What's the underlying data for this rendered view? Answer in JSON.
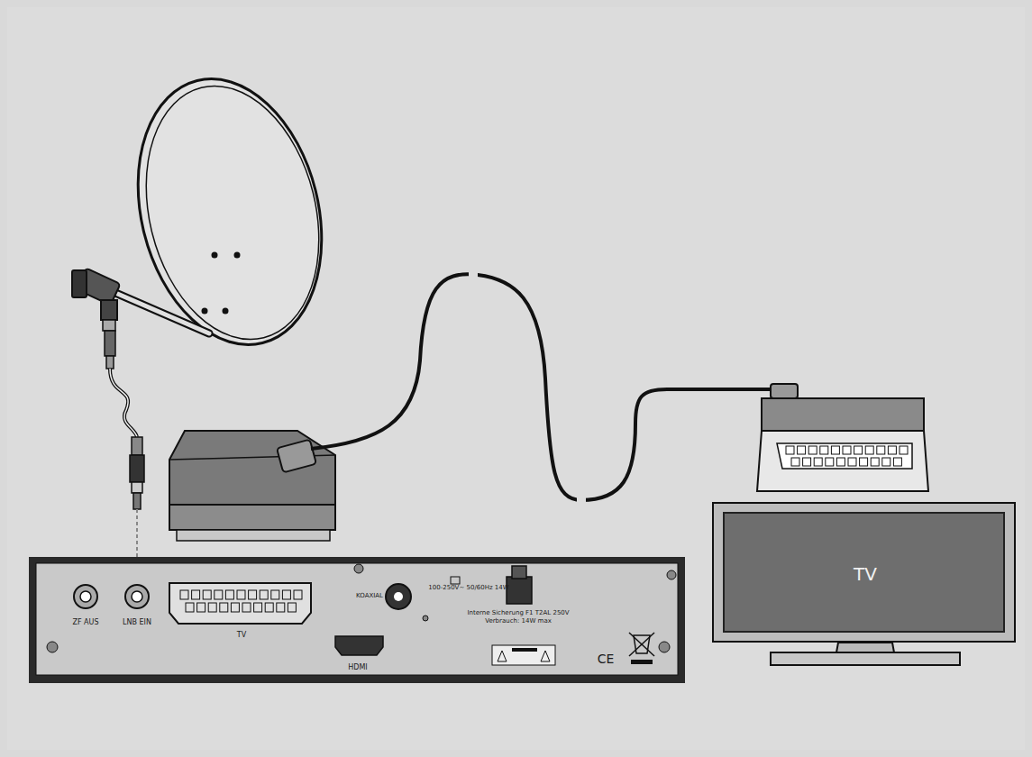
{
  "diagram": {
    "nodes": [
      {
        "text": [
          "ZF AUS",
          "LNB EIN",
          "TV",
          "HDMI",
          "KOAXIAL",
          "100-250V~ 50/60Hz 14W",
          "Interne Sicherung F1 T2AL 250V",
          "Verbrauch: 14W max",
          "CE"
        ]
      },
      {
        "text": [
          "TV"
        ]
      }
    ]
  }
}
